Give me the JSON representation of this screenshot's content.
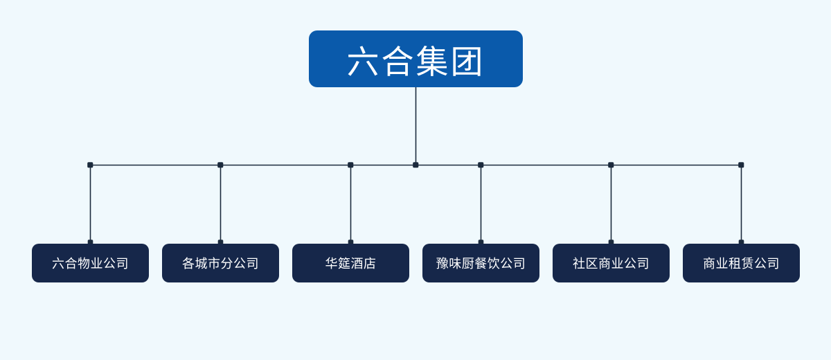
{
  "chart_data": {
    "type": "diagram",
    "diagram_type": "organizational-chart",
    "title": "六合集团",
    "orientation": "top-down",
    "levels": 2,
    "root": {
      "label": "六合集团",
      "color": "#0a5aab",
      "text_color": "#ffffff"
    },
    "children": [
      {
        "label": "六合物业公司",
        "color": "#16274a",
        "text_color": "#ffffff"
      },
      {
        "label": "各城市分公司",
        "color": "#16274a",
        "text_color": "#ffffff"
      },
      {
        "label": "华筵酒店",
        "color": "#16274a",
        "text_color": "#ffffff"
      },
      {
        "label": "豫味厨餐饮公司",
        "color": "#16274a",
        "text_color": "#ffffff"
      },
      {
        "label": "社区商业公司",
        "color": "#16274a",
        "text_color": "#ffffff"
      },
      {
        "label": "商业租赁公司",
        "color": "#16274a",
        "text_color": "#ffffff"
      }
    ],
    "connector_color": "#1b2a3d",
    "background_color": "#f0f9fd"
  },
  "chart": {
    "root": {
      "label": "六合集团"
    },
    "children": [
      {
        "label": "六合物业公司"
      },
      {
        "label": "各城市分公司"
      },
      {
        "label": "华筵酒店"
      },
      {
        "label": "豫味厨餐饮公司"
      },
      {
        "label": "社区商业公司"
      },
      {
        "label": "商业租赁公司"
      }
    ]
  }
}
